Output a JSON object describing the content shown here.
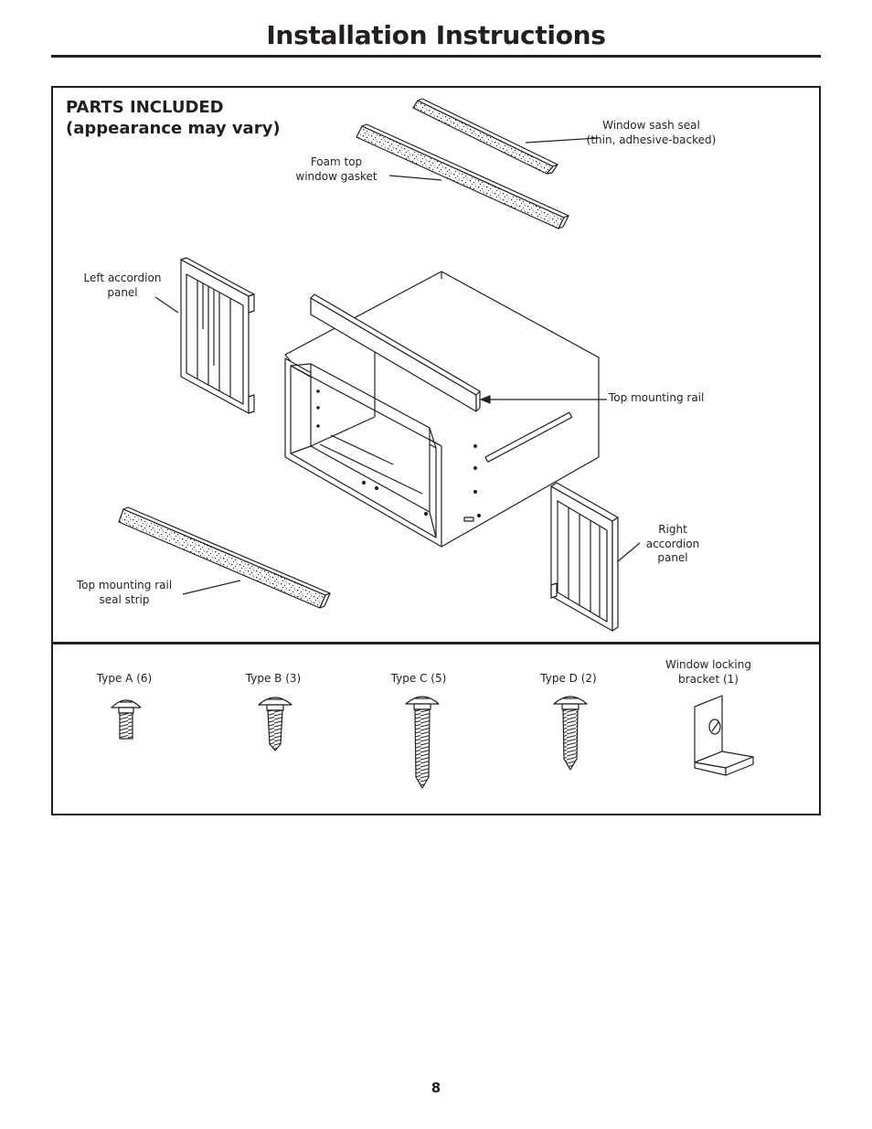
{
  "header": {
    "title": "Installation Instructions"
  },
  "parts": {
    "heading_line1": "PARTS INCLUDED",
    "heading_line2": "(appearance may vary)",
    "labels": {
      "window_sash_seal_line1": "Window sash seal",
      "window_sash_seal_line2": "(thin, adhesive-backed)",
      "foam_gasket_line1": "Foam top",
      "foam_gasket_line2": "window gasket",
      "left_panel_line1": "Left accordion",
      "left_panel_line2": "panel",
      "top_rail": "Top mounting rail",
      "right_panel_line1": "Right",
      "right_panel_line2": "accordion",
      "right_panel_line3": "panel",
      "seal_strip_line1": "Top mounting rail",
      "seal_strip_line2": "seal strip"
    }
  },
  "hardware": {
    "type_a": "Type A (6)",
    "type_b": "Type B (3)",
    "type_c": "Type C (5)",
    "type_d": "Type D (2)",
    "bracket_line1": "Window locking",
    "bracket_line2": "bracket (1)"
  },
  "footer": {
    "page_number": "8"
  }
}
